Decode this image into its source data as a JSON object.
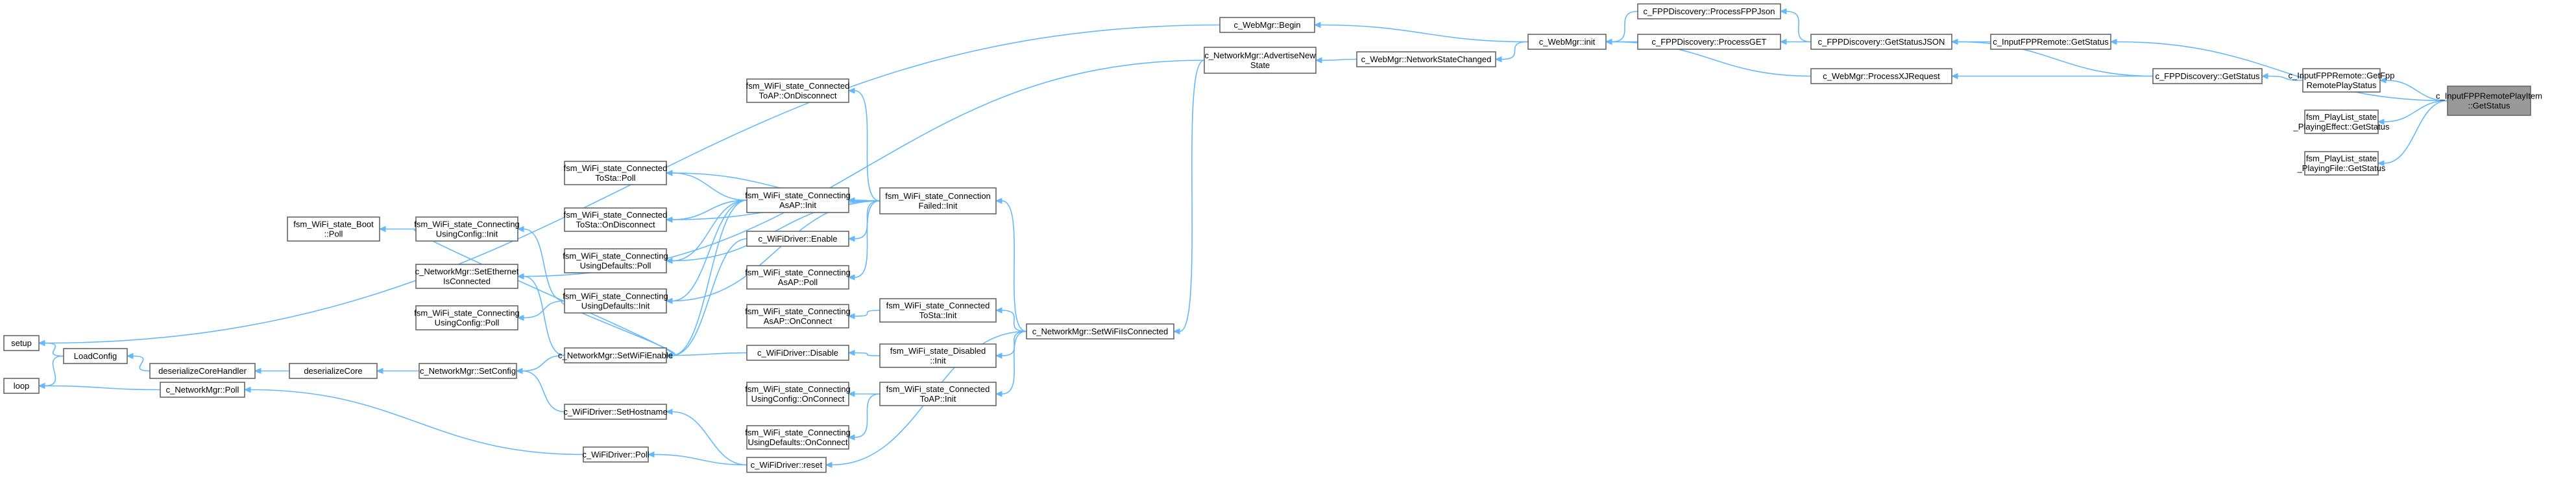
{
  "graph": {
    "nodes": [
      {
        "id": "root",
        "lines": [
          "c_InputFPPRemotePlayItem",
          "::GetStatus"
        ],
        "root": true
      },
      {
        "id": "remote_getfpp",
        "lines": [
          "c_InputFPPRemote::GetFpp",
          "RemotePlayStatus"
        ]
      },
      {
        "id": "pl_effect",
        "lines": [
          "fsm_PlayList_state",
          "_PlayingEffect::GetStatus"
        ]
      },
      {
        "id": "pl_file",
        "lines": [
          "fsm_PlayList_state",
          "_PlayingFile::GetStatus"
        ]
      },
      {
        "id": "fpp_remote_getstatus",
        "lines": [
          "c_InputFPPRemote::GetStatus"
        ]
      },
      {
        "id": "fppd_getstatus",
        "lines": [
          "c_FPPDiscovery::GetStatus"
        ]
      },
      {
        "id": "fppd_getstatusjson",
        "lines": [
          "c_FPPDiscovery::GetStatusJSON"
        ]
      },
      {
        "id": "fppd_processfppjson",
        "lines": [
          "c_FPPDiscovery::ProcessFPPJson"
        ]
      },
      {
        "id": "fppd_processget",
        "lines": [
          "c_FPPDiscovery::ProcessGET"
        ]
      },
      {
        "id": "webmgr_processxj",
        "lines": [
          "c_WebMgr::ProcessXJRequest"
        ]
      },
      {
        "id": "webmgr_init",
        "lines": [
          "c_WebMgr::init"
        ]
      },
      {
        "id": "webmgr_begin",
        "lines": [
          "c_WebMgr::Begin"
        ]
      },
      {
        "id": "webmgr_netchanged",
        "lines": [
          "c_WebMgr::NetworkStateChanged"
        ]
      },
      {
        "id": "netmgr_advertise",
        "lines": [
          "c_NetworkMgr::AdvertiseNew",
          "State"
        ]
      },
      {
        "id": "netmgr_setwifiisconnected",
        "lines": [
          "c_NetworkMgr::SetWiFiIsConnected"
        ]
      },
      {
        "id": "conn_failed_init",
        "lines": [
          "fsm_WiFi_state_Connection",
          "Failed::Init"
        ]
      },
      {
        "id": "toap_ondisconnect",
        "lines": [
          "fsm_WiFi_state_Connected",
          "ToAP::OnDisconnect"
        ]
      },
      {
        "id": "tosta_poll",
        "lines": [
          "fsm_WiFi_state_Connected",
          "ToSta::Poll"
        ]
      },
      {
        "id": "tosta_ondisconnect",
        "lines": [
          "fsm_WiFi_state_Connected",
          "ToSta::OnDisconnect"
        ]
      },
      {
        "id": "asap_init",
        "lines": [
          "fsm_WiFi_state_Connecting",
          "AsAP::Init"
        ]
      },
      {
        "id": "usingdefaults_poll",
        "lines": [
          "fsm_WiFi_state_Connecting",
          "UsingDefaults::Poll"
        ]
      },
      {
        "id": "usingconfig_init",
        "lines": [
          "fsm_WiFi_state_Connecting",
          "UsingConfig::Init"
        ]
      },
      {
        "id": "boot_poll",
        "lines": [
          "fsm_WiFi_state_Boot",
          "::Poll"
        ]
      },
      {
        "id": "usingdefaults_init",
        "lines": [
          "fsm_WiFi_state_Connecting",
          "UsingDefaults::Init"
        ]
      },
      {
        "id": "netmgr_setethernet",
        "lines": [
          "c_NetworkMgr::SetEthernet",
          "IsConnected"
        ]
      },
      {
        "id": "usingconfig_poll",
        "lines": [
          "fsm_WiFi_state_Connecting",
          "UsingConfig::Poll"
        ]
      },
      {
        "id": "wifidriver_enable",
        "lines": [
          "c_WiFiDriver::Enable"
        ]
      },
      {
        "id": "netmgr_setwifienable",
        "lines": [
          "c_NetworkMgr::SetWiFiEnable"
        ]
      },
      {
        "id": "asap_poll",
        "lines": [
          "fsm_WiFi_state_Connecting",
          "AsAP::Poll"
        ]
      },
      {
        "id": "asap_onconnect",
        "lines": [
          "fsm_WiFi_state_Connecting",
          "AsAP::OnConnect"
        ]
      },
      {
        "id": "tosta_init",
        "lines": [
          "fsm_WiFi_state_Connected",
          "ToSta::Init"
        ]
      },
      {
        "id": "netmgr_setconfig",
        "lines": [
          "c_NetworkMgr::SetConfig"
        ]
      },
      {
        "id": "deserializecore",
        "lines": [
          "deserializeCore"
        ]
      },
      {
        "id": "deserializecorehandler",
        "lines": [
          "deserializeCoreHandler"
        ]
      },
      {
        "id": "loadconfig",
        "lines": [
          "LoadConfig"
        ]
      },
      {
        "id": "setup",
        "lines": [
          "setup"
        ]
      },
      {
        "id": "loop",
        "lines": [
          "loop"
        ]
      },
      {
        "id": "netmgr_poll",
        "lines": [
          "c_NetworkMgr::Poll"
        ]
      },
      {
        "id": "wifidriver_disable",
        "lines": [
          "c_WiFiDriver::Disable"
        ]
      },
      {
        "id": "disabled_init",
        "lines": [
          "fsm_WiFi_state_Disabled",
          "::Init"
        ]
      },
      {
        "id": "wifidriver_sethostname",
        "lines": [
          "c_WiFiDriver::SetHostname"
        ]
      },
      {
        "id": "usingconfig_onconnect",
        "lines": [
          "fsm_WiFi_state_Connecting",
          "UsingConfig::OnConnect"
        ]
      },
      {
        "id": "toap_init",
        "lines": [
          "fsm_WiFi_state_Connected",
          "ToAP::Init"
        ]
      },
      {
        "id": "usingdefaults_onconnect",
        "lines": [
          "fsm_WiFi_state_Connecting",
          "UsingDefaults::OnConnect"
        ]
      },
      {
        "id": "wifidriver_poll",
        "lines": [
          "c_WiFiDriver::Poll"
        ]
      },
      {
        "id": "wifidriver_reset",
        "lines": [
          "c_WiFiDriver::reset"
        ]
      }
    ],
    "edges": [
      [
        "remote_getfpp",
        "root"
      ],
      [
        "pl_effect",
        "root"
      ],
      [
        "pl_file",
        "root"
      ],
      [
        "fpp_remote_getstatus",
        "root"
      ],
      [
        "fppd_getstatus",
        "remote_getfpp"
      ],
      [
        "fppd_getstatusjson",
        "fpp_remote_getstatus"
      ],
      [
        "fppd_getstatusjson",
        "fppd_getstatus"
      ],
      [
        "fppd_processfppjson",
        "fppd_getstatusjson"
      ],
      [
        "fppd_processget",
        "fppd_getstatusjson"
      ],
      [
        "webmgr_processxj",
        "fppd_getstatus"
      ],
      [
        "webmgr_init",
        "fppd_processfppjson"
      ],
      [
        "webmgr_init",
        "fppd_processget"
      ],
      [
        "webmgr_init",
        "webmgr_processxj"
      ],
      [
        "webmgr_begin",
        "webmgr_init"
      ],
      [
        "webmgr_netchanged",
        "webmgr_init"
      ],
      [
        "netmgr_advertise",
        "webmgr_netchanged"
      ],
      [
        "setup",
        "webmgr_begin"
      ],
      [
        "netmgr_setethernet",
        "netmgr_advertise"
      ],
      [
        "netmgr_setwifiisconnected",
        "netmgr_advertise"
      ],
      [
        "conn_failed_init",
        "netmgr_setwifiisconnected"
      ],
      [
        "tosta_init",
        "netmgr_setwifiisconnected"
      ],
      [
        "disabled_init",
        "netmgr_setwifiisconnected"
      ],
      [
        "toap_init",
        "netmgr_setwifiisconnected"
      ],
      [
        "wifidriver_reset",
        "netmgr_setwifiisconnected"
      ],
      [
        "toap_ondisconnect",
        "conn_failed_init"
      ],
      [
        "tosta_poll",
        "conn_failed_init"
      ],
      [
        "tosta_ondisconnect",
        "conn_failed_init"
      ],
      [
        "asap_init",
        "conn_failed_init"
      ],
      [
        "usingdefaults_poll",
        "conn_failed_init"
      ],
      [
        "usingdefaults_init",
        "conn_failed_init"
      ],
      [
        "wifidriver_enable",
        "conn_failed_init"
      ],
      [
        "asap_poll",
        "conn_failed_init"
      ],
      [
        "tosta_poll",
        "asap_init"
      ],
      [
        "tosta_ondisconnect",
        "asap_init"
      ],
      [
        "usingdefaults_poll",
        "asap_init"
      ],
      [
        "usingdefaults_init",
        "asap_init"
      ],
      [
        "netmgr_setwifienable",
        "asap_init"
      ],
      [
        "usingconfig_init",
        "usingdefaults_init"
      ],
      [
        "usingconfig_poll",
        "usingdefaults_init"
      ],
      [
        "netmgr_setwifienable",
        "usingdefaults_init"
      ],
      [
        "boot_poll",
        "usingconfig_init"
      ],
      [
        "netmgr_setwifienable",
        "usingconfig_init"
      ],
      [
        "netmgr_setwifienable",
        "wifidriver_enable"
      ],
      [
        "netmgr_setwifienable",
        "wifidriver_disable"
      ],
      [
        "netmgr_setethernet",
        "netmgr_setwifienable"
      ],
      [
        "netmgr_setconfig",
        "netmgr_setwifienable"
      ],
      [
        "deserializecore",
        "netmgr_setconfig"
      ],
      [
        "deserializecorehandler",
        "deserializecore"
      ],
      [
        "loadconfig",
        "deserializecorehandler"
      ],
      [
        "setup",
        "loadconfig"
      ],
      [
        "loop",
        "loadconfig"
      ],
      [
        "asap_onconnect",
        "tosta_init"
      ],
      [
        "wifidriver_disable",
        "disabled_init"
      ],
      [
        "usingconfig_onconnect",
        "toap_init"
      ],
      [
        "usingdefaults_onconnect",
        "toap_init"
      ],
      [
        "netmgr_setconfig",
        "wifidriver_sethostname"
      ],
      [
        "wifidriver_sethostname",
        "wifidriver_reset"
      ],
      [
        "wifidriver_poll",
        "wifidriver_reset"
      ],
      [
        "netmgr_poll",
        "wifidriver_poll"
      ],
      [
        "loop",
        "netmgr_poll"
      ]
    ]
  }
}
